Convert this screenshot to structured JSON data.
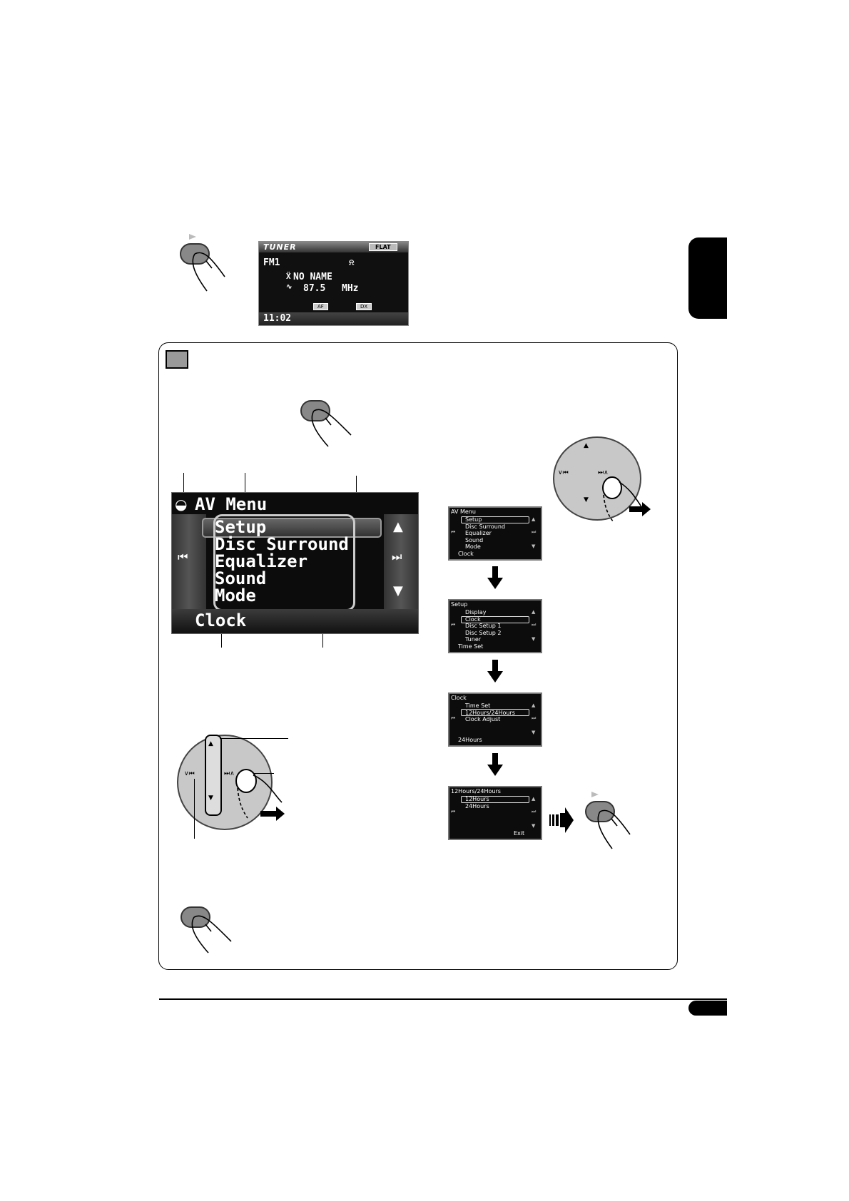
{
  "tuner_screen": {
    "title": "TUNER",
    "eq_badge": "FLAT",
    "band": "FM1",
    "station_name": "NO NAME",
    "frequency": "87.5",
    "unit": "MHz",
    "af_label": "AF",
    "dx_label": "DX",
    "clock": "11:02"
  },
  "av_menu_big": {
    "title": "AV Menu",
    "items": [
      "Setup",
      "Disc Surround",
      "Equalizer",
      "Sound",
      "Mode"
    ],
    "selected_index": 0,
    "footer": "Clock"
  },
  "screens": [
    {
      "title": "AV Menu",
      "items": [
        "Setup",
        "Disc Surround",
        "Equalizer",
        "Sound",
        "Mode"
      ],
      "selected_index": 0,
      "footer": "Clock"
    },
    {
      "title": "Setup",
      "items": [
        "Display",
        "Clock",
        "Disc Setup 1",
        "Disc Setup 2",
        "Tuner"
      ],
      "selected_index": 1,
      "footer": "Time Set"
    },
    {
      "title": "Clock",
      "items": [
        "Time Set",
        "12Hours/24Hours",
        "Clock Adjust"
      ],
      "selected_index": 1,
      "footer": "24Hours"
    },
    {
      "title": "12Hours/24Hours",
      "items": [
        "12Hours",
        "24Hours"
      ],
      "selected_index": 0,
      "footer": "Exit"
    }
  ]
}
